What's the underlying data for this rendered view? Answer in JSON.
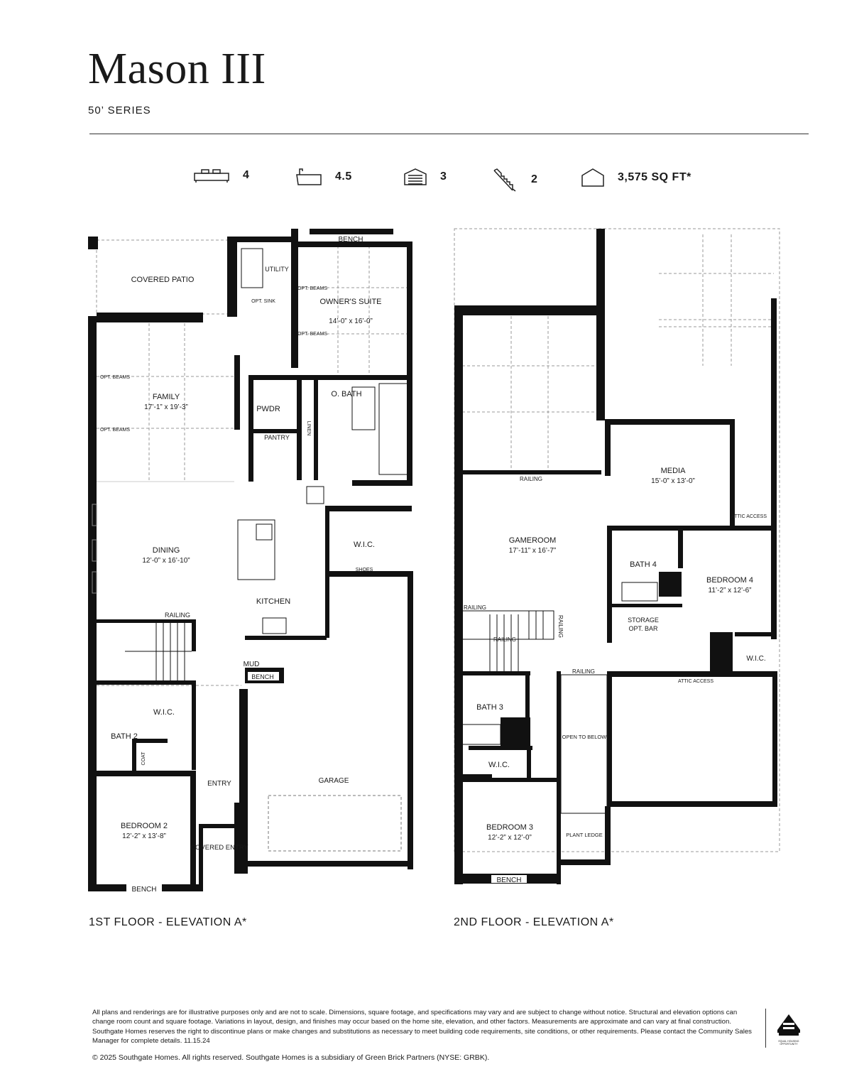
{
  "header": {
    "title": "Mason III",
    "series": "50’ SERIES"
  },
  "stats": [
    {
      "icon": "bed-icon",
      "value": "4"
    },
    {
      "icon": "bathtub-icon",
      "value": "4.5"
    },
    {
      "icon": "garage-icon",
      "value": "3"
    },
    {
      "icon": "stairs-icon",
      "value": "2"
    },
    {
      "icon": "house-icon",
      "value": "3,575 SQ FT*"
    }
  ],
  "floor1": {
    "caption": "1ST FLOOR - ELEVATION A*",
    "rooms": {
      "covered_patio": "COVERED PATIO",
      "utility": "UTILITY",
      "opt_sink": "OPT. SINK",
      "bench_top": "BENCH",
      "opt_beams_1": "OPT. BEAMS",
      "opt_beams_2": "OPT. BEAMS",
      "owners_suite": "OWNER'S SUITE",
      "owners_suite_dim": "14’-0” x 16’-0”",
      "opt_beams_3": "OPT. BEAMS",
      "opt_beams_4": "OPT. BEAMS",
      "family": "FAMILY",
      "family_dim": "17’-1” x 19’-3”",
      "pwdr": "PWDR",
      "o_bath": "O. BATH",
      "linen": "LINEN",
      "pantry": "PANTRY",
      "dining": "DINING",
      "dining_dim": "12’-0” x 16’-10”",
      "wic_owner": "W.I.C.",
      "shoes": "SHOES",
      "kitchen": "KITCHEN",
      "railing": "RAILING",
      "mud": "MUD",
      "bench_mud": "BENCH",
      "wic_2": "W.I.C.",
      "bath_2": "BATH 2",
      "coat": "COAT",
      "entry": "ENTRY",
      "garage": "GARAGE",
      "bedroom_2": "BEDROOM 2",
      "bedroom_2_dim": "12’-2” x 13’-8”",
      "covered_entry": "COVERED ENTRY",
      "bench_bottom": "BENCH"
    }
  },
  "floor2": {
    "caption": "2ND FLOOR - ELEVATION A*",
    "rooms": {
      "railing_top": "RAILING",
      "media": "MEDIA",
      "media_dim": "15’-0” x 13’-0”",
      "attic_access_1": "ATTIC ACCESS",
      "gameroom": "GAMEROOM",
      "gameroom_dim": "17’-11” x 16’-7”",
      "bath_4": "BATH 4",
      "bedroom_4": "BEDROOM 4",
      "bedroom_4_dim": "11’-2” x 12’-6”",
      "railing_left": "RAILING",
      "railing_vert": "RAILING",
      "storage": "STORAGE",
      "opt_bar": "OPT. BAR",
      "railing_stair": "RAILING",
      "wic_4": "W.I.C.",
      "railing_mid": "RAILING",
      "attic_access_2": "ATTIC ACCESS",
      "bath_3": "BATH 3",
      "open_to_below": "OPEN TO BELOW",
      "wic_3": "W.I.C.",
      "bedroom_3": "BEDROOM 3",
      "bedroom_3_dim": "12’-2” x 12’-0”",
      "plant_ledge": "PLANT LEDGE",
      "bench": "BENCH"
    }
  },
  "footer": {
    "disclaimer": "All plans and renderings are for illustrative purposes only and are not to scale. Dimensions, square footage, and specifications may vary and are subject to change without notice. Structural and elevation options can change room count and square footage. Variations in layout, design, and finishes may occur based on the home site, elevation, and other factors. Measurements are approximate and can vary at final construction. Southgate Homes reserves the right to discontinue plans or make changes and substitutions as necessary to meet building code requirements, site conditions, or other requirements. Please contact the Community Sales Manager for complete details. 11.15.24",
    "copyright": "© 2025 Southgate Homes. All rights reserved. Southgate Homes is a subsidiary of Green Brick Partners (NYSE: GRBK).",
    "eho_logo_text": "EQUAL HOUSING OPPORTUNITY"
  }
}
